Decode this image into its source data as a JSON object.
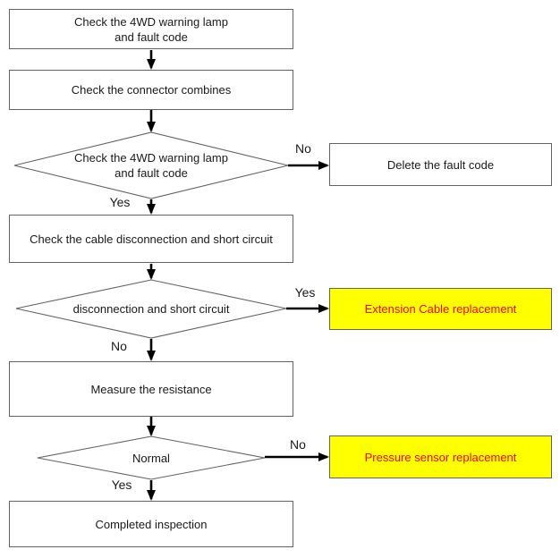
{
  "diagram": {
    "title": "4WD warning lamp inspection flowchart",
    "colors": {
      "page_bg": "#ffffff",
      "text": "#1a1a1a",
      "node_border": "#636363",
      "connector": "#000000",
      "highlight_bg": "#ffff00",
      "highlight_text": "#ff0000"
    },
    "nodes": {
      "check_lamp": {
        "label": "Check the 4WD warning lamp\nand fault code"
      },
      "check_connector": {
        "label": "Check the connector combines"
      },
      "decision_lamp": {
        "label": "Check the 4WD warning lamp\nand fault code"
      },
      "delete_fault_code": {
        "label": "Delete the fault code"
      },
      "check_cable": {
        "label": "Check the cable disconnection and short circuit"
      },
      "decision_disconnection": {
        "label": "disconnection and short circuit"
      },
      "extension_cable": {
        "label": "Extension Cable replacement"
      },
      "measure_resistance": {
        "label": "Measure the resistance"
      },
      "decision_normal": {
        "label": "Normal"
      },
      "pressure_sensor": {
        "label": "Pressure sensor replacement"
      },
      "completed_inspection": {
        "label": "Completed inspection"
      }
    },
    "edge_labels": {
      "lamp_no": "No",
      "lamp_yes": "Yes",
      "disconnection_yes": "Yes",
      "disconnection_no": "No",
      "normal_no": "No",
      "normal_yes": "Yes"
    }
  }
}
